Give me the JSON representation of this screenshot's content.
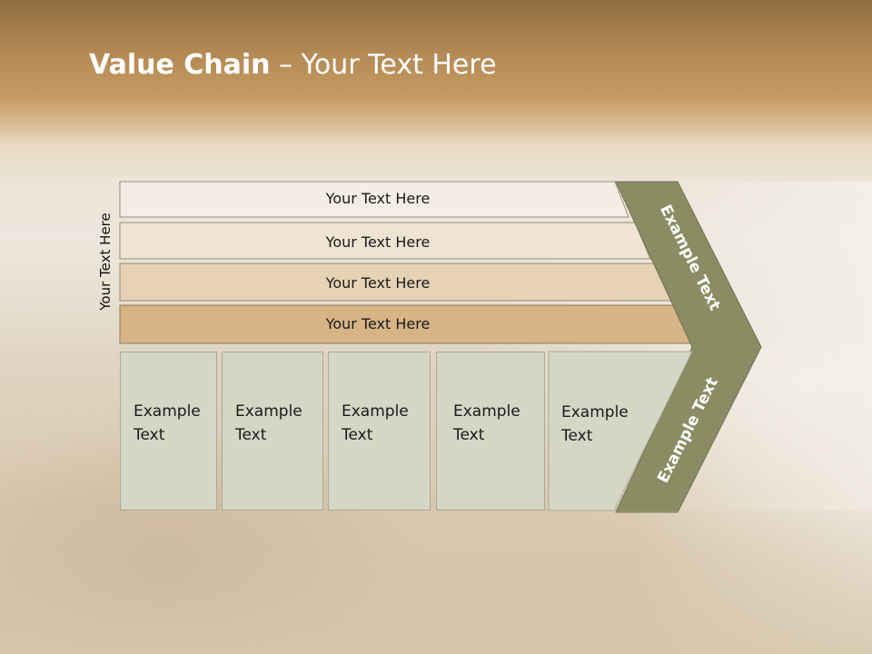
{
  "title": {
    "bold": "Value Chain",
    "rest": " – Your Text Here"
  },
  "side_label": "Your Text Here",
  "bars": [
    {
      "label": "Your Text Here",
      "color": "#f4ede3"
    },
    {
      "label": "Your Text Here",
      "color": "#efe3d3"
    },
    {
      "label": "Your Text Here",
      "color": "#e6d2b4"
    },
    {
      "label": "Your Text Here",
      "color": "#d6b486"
    }
  ],
  "chevron": {
    "upper_label": "Example Text",
    "lower_label": "Example Text",
    "color": "#8a8c63"
  },
  "boxes": [
    {
      "line1": "Example",
      "line2": "Text"
    },
    {
      "line1": "Example",
      "line2": "Text"
    },
    {
      "line1": "Example",
      "line2": "Text"
    },
    {
      "line1": "Example",
      "line2": "Text"
    },
    {
      "line1": "Example",
      "line2": "Text"
    }
  ],
  "colors": {
    "box_fill": "#d5d6c4",
    "box_border": "#a9aa98",
    "title": "#ffffff"
  }
}
